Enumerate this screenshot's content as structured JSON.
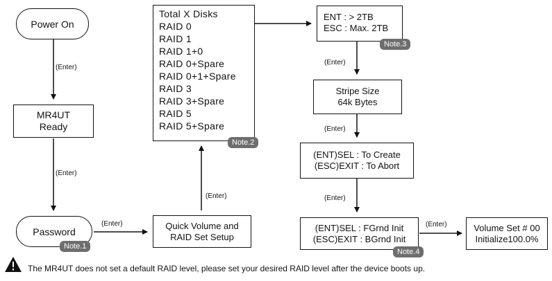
{
  "nodes": {
    "power_on": "Power On",
    "mr4ut_line1": "MR4UT",
    "mr4ut_line2": "Ready",
    "password": "Password",
    "quick_line1": "Quick Volume and",
    "quick_line2": "RAID Set Setup",
    "raid_menu": [
      "Total  X  Disks",
      "RAID 0",
      "RAID 1",
      "RAID 1+0",
      "RAID 0+Spare",
      "RAID 0+1+Spare",
      "RAID 3",
      "RAID 3+Spare",
      "RAID 5",
      "RAID 5+Spare"
    ],
    "capacity_line1": "ENT : > 2TB",
    "capacity_line2": "ESC : Max. 2TB",
    "stripe_line1": "Stripe Size",
    "stripe_line2": "64k Bytes",
    "create_line1": "(ENT)SEL : To Create",
    "create_line2": "(ESC)EXIT : To Abort",
    "init_line1": "(ENT)SEL : FGrnd Init",
    "init_line2": "(ESC)EXIT : BGrnd Init",
    "volume_line1": "Volume Set # 00",
    "volume_line2": "Initialize100.0%"
  },
  "notes": {
    "note1": "Note.1",
    "note2": "Note.2",
    "note3": "Note.3",
    "note4": "Note.4"
  },
  "edge_label": "(Enter)",
  "warning": "The MR4UT does not set a default RAID level, please set your desired RAID level after the device boots up.",
  "colors": {
    "note_bg": "#6e6e6e",
    "line": "#111111"
  }
}
